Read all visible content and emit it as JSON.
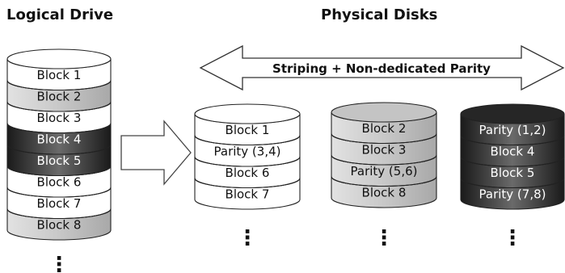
{
  "headings": {
    "logical": "Logical Drive",
    "physical": "Physical Disks"
  },
  "striping_label": "Striping + Non-dedicated Parity",
  "logical_drive": {
    "blocks": [
      "Block 1",
      "Block 2",
      "Block 3",
      "Block 4",
      "Block 5",
      "Block 6",
      "Block 7",
      "Block 8"
    ],
    "shades": [
      "white",
      "gray",
      "white",
      "dark",
      "dark",
      "white",
      "white",
      "gray"
    ],
    "ellipsis": "⋮"
  },
  "disks": [
    {
      "style": "white",
      "blocks": [
        "Block 1",
        "Parity (3,4)",
        "Block 6",
        "Block 7"
      ],
      "ellipsis": "⋮"
    },
    {
      "style": "gray",
      "blocks": [
        "Block 2",
        "Block 3",
        "Parity (5,6)",
        "Block 8"
      ],
      "ellipsis": "⋮"
    },
    {
      "style": "dark",
      "blocks": [
        "Parity (1,2)",
        "Block 4",
        "Block 5",
        "Parity (7,8)"
      ],
      "ellipsis": "⋮"
    }
  ],
  "colors": {
    "white": "#ffffff",
    "gray": "#c4c4c4",
    "dark": "#3a3a3a",
    "outline": "#222222"
  }
}
